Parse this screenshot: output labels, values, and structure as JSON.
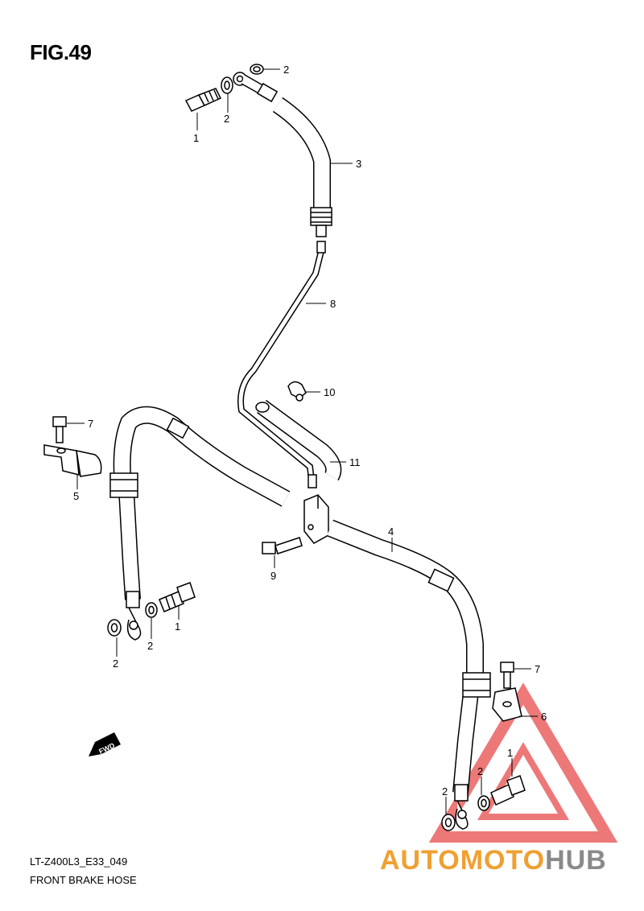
{
  "figure": {
    "title": "FIG.49",
    "code": "LT-Z400L3_E33_049",
    "name": "FRONT BRAKE HOSE"
  },
  "direction_marker": "FWD",
  "watermark": {
    "text_part1": "AUTOMOTO",
    "text_part2": "HUB",
    "color_orange": "#f0a030",
    "color_red": "#e84c4c",
    "color_grey": "#8a8a8a"
  },
  "callouts": [
    {
      "id": "c-1a",
      "label": "1"
    },
    {
      "id": "c-2a",
      "label": "2"
    },
    {
      "id": "c-2b",
      "label": "2"
    },
    {
      "id": "c-3",
      "label": "3"
    },
    {
      "id": "c-8",
      "label": "8"
    },
    {
      "id": "c-10",
      "label": "10"
    },
    {
      "id": "c-7a",
      "label": "7"
    },
    {
      "id": "c-5",
      "label": "5"
    },
    {
      "id": "c-11",
      "label": "11"
    },
    {
      "id": "c-4",
      "label": "4"
    },
    {
      "id": "c-9",
      "label": "9"
    },
    {
      "id": "c-1b",
      "label": "1"
    },
    {
      "id": "c-2c",
      "label": "2"
    },
    {
      "id": "c-2d",
      "label": "2"
    },
    {
      "id": "c-7b",
      "label": "7"
    },
    {
      "id": "c-6",
      "label": "6"
    },
    {
      "id": "c-1c",
      "label": "1"
    },
    {
      "id": "c-2e",
      "label": "2"
    },
    {
      "id": "c-2f",
      "label": "2"
    }
  ]
}
